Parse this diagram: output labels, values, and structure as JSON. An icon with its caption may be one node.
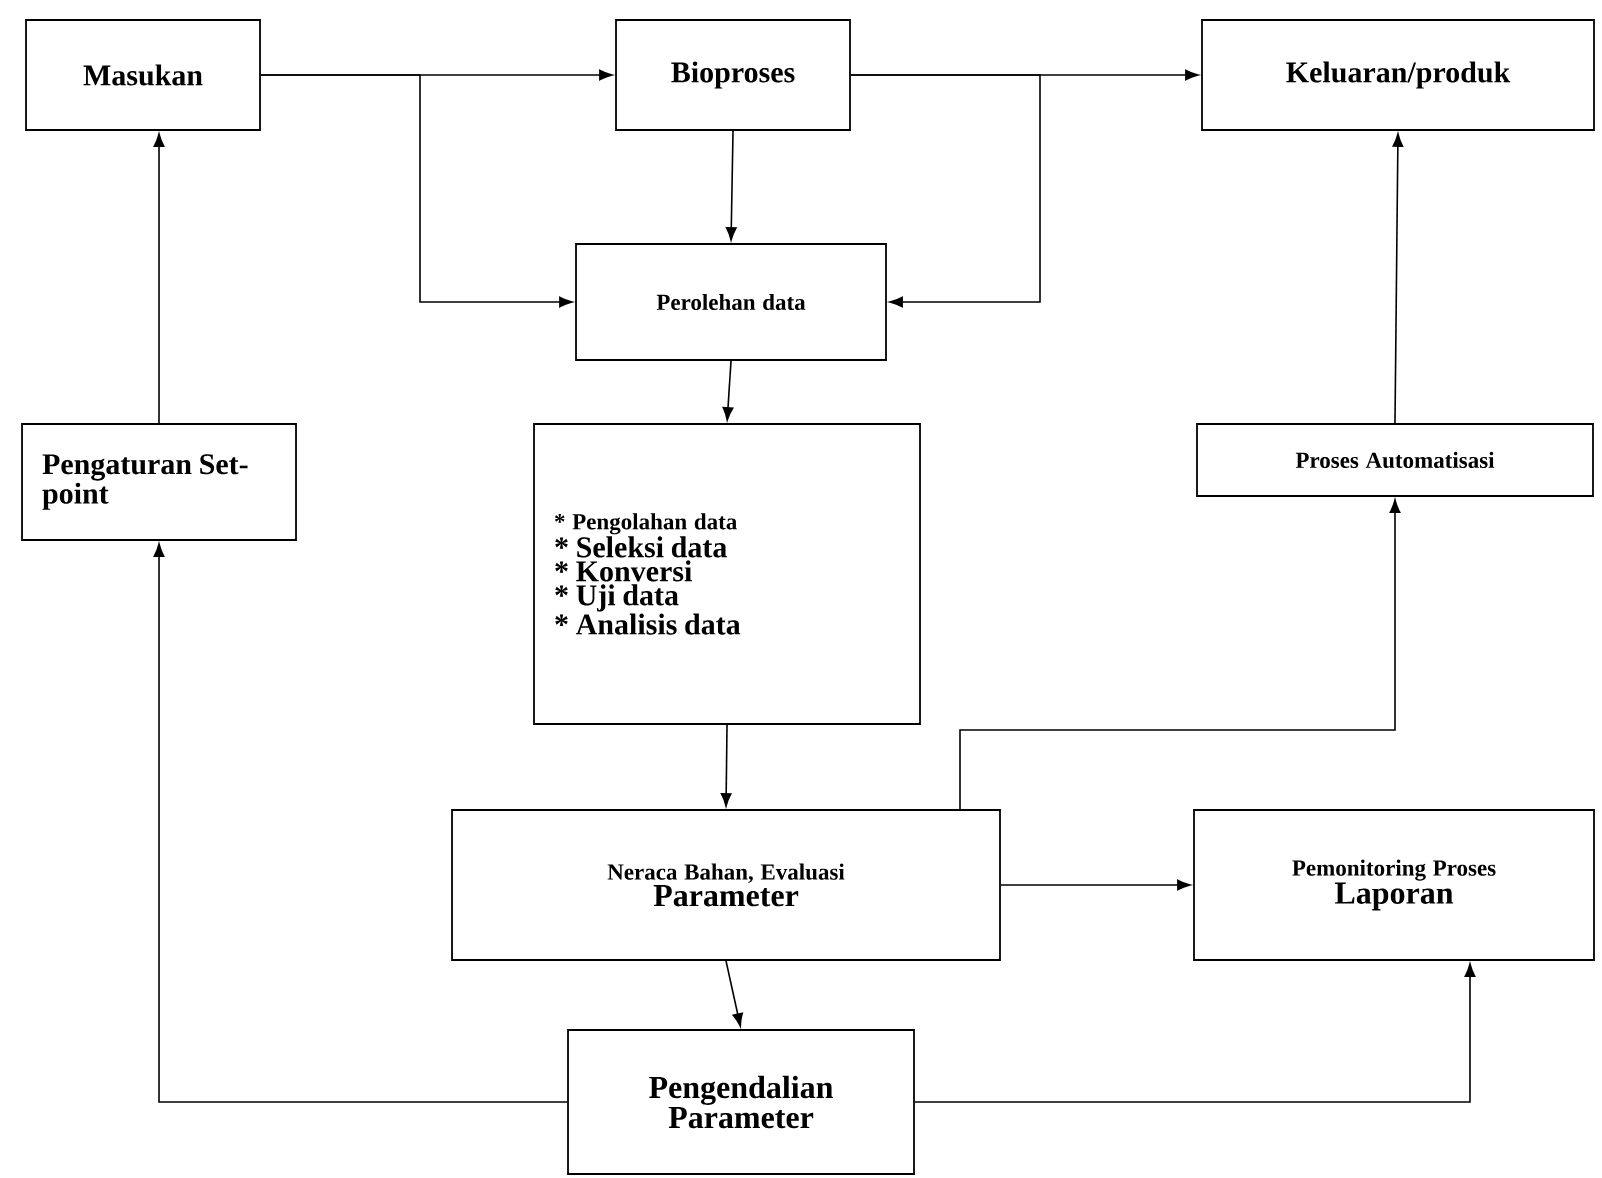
{
  "diagram": {
    "nodes": [
      {
        "text": [
          "Masukan"
        ]
      },
      {
        "text": [
          "Bioproses"
        ]
      },
      {
        "text": [
          "Keluaran/produk"
        ]
      },
      {
        "text": [
          "Perolehan data"
        ]
      },
      {
        "text": [
          "Pengaturan Set-point"
        ]
      },
      {
        "text": [
          "* Pengolahan data",
          "* Seleksi data",
          "* Konversi",
          "* Uji data",
          "* Analisis data"
        ]
      },
      {
        "text": [
          "Proses Automatisasi"
        ]
      },
      {
        "text": [
          "Neraca Bahan, Evaluasi",
          "Parameter"
        ]
      },
      {
        "text": [
          "Pemonitoring Proses",
          "Laporan"
        ]
      },
      {
        "text": [
          "Pengendalian Parameter"
        ]
      }
    ],
    "edges": [
      {
        "from": 0,
        "to": 1,
        "arrow": "to"
      },
      {
        "from": 1,
        "to": 2,
        "arrow": "to"
      },
      {
        "from": 0,
        "to": 3,
        "arrow": "to"
      },
      {
        "from": 1,
        "to": 3,
        "arrow": "to"
      },
      {
        "from": 1,
        "to": 3,
        "arrow": "to"
      },
      {
        "from": 3,
        "to": 5,
        "arrow": "to"
      },
      {
        "from": 5,
        "to": 7,
        "arrow": "to"
      },
      {
        "from": 7,
        "to": 8,
        "arrow": "to"
      },
      {
        "from": 7,
        "to": 6,
        "arrow": "to"
      },
      {
        "from": 6,
        "to": 2,
        "arrow": "to"
      },
      {
        "from": 7,
        "to": 9,
        "arrow": "to"
      },
      {
        "from": 9,
        "to": 4,
        "arrow": "to"
      },
      {
        "from": 4,
        "to": 0,
        "arrow": "to"
      },
      {
        "from": 9,
        "to": 8,
        "arrow": "to"
      }
    ]
  }
}
